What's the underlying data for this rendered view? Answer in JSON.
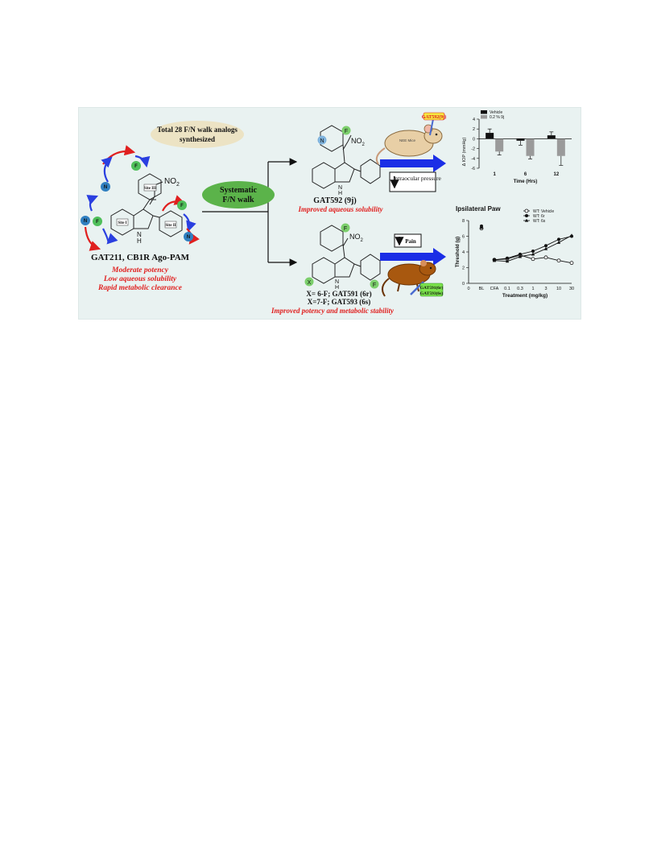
{
  "header_bubble": {
    "line1": "Total 28 F/N walk analogs",
    "line2": "synthesized"
  },
  "center_ellipse": {
    "line1": "Systematic",
    "line2": "F/N walk"
  },
  "parent": {
    "title": "GAT211, CB1R Ago-PAM",
    "site_labels": [
      "Site I",
      "Site II",
      "Site III"
    ],
    "no2": "NO",
    "nh": "H",
    "n_atom": "N",
    "issues": [
      "Moderate potency",
      "Low aqueous solubility",
      "Rapid metabolic clearance"
    ],
    "badge_letters": {
      "fluoro": "F",
      "aza": "N"
    }
  },
  "top_compound": {
    "name": "GAT592 (9j)",
    "note": "Improved aqueous solubility",
    "no2": "NO",
    "nh": "H",
    "n_atom": "N"
  },
  "bottom_compound": {
    "line1": "X= 6-F; GAT591 (6r)",
    "line2": "X=7-F; GAT593 (6s)",
    "note": "Improved potency and metabolic stability",
    "x_label": "X",
    "no2": "NO",
    "nh": "H",
    "n_atom": "N"
  },
  "top_panel": {
    "arrow_box": "Intraocular pressure",
    "syringe_label": "GAT592(9j)",
    "mouse_label": "NEE Mice"
  },
  "bottom_panel": {
    "arrow_box": "Pain",
    "syringe_label_1": "GAT591(6r)",
    "syringe_label_2": "GAT593(6s)"
  },
  "colors": {
    "panel_bg": "#e9f2f1",
    "bubble": "#ece3c4",
    "green": "#5bb34a",
    "red_text": "#e0201f",
    "blue_arrow": "#1b2ee6",
    "fluoro_badge": "#4fbf5a",
    "aza_badge": "#2f7fc0"
  },
  "chart_data": [
    {
      "type": "bar",
      "title": "",
      "xlabel": "Time (Hrs)",
      "ylabel": "Δ IOP (mmHg)",
      "categories": [
        "1",
        "6",
        "12"
      ],
      "ylim": [
        -6,
        4
      ],
      "yticks": [
        "4",
        "2",
        "0",
        "-2",
        "-4",
        "-6"
      ],
      "legend": "top-left",
      "series": [
        {
          "name": "Vehicle",
          "color": "#111111",
          "values": [
            1.2,
            -0.4,
            0.7
          ],
          "errors": [
            0.8,
            0.9,
            0.7
          ]
        },
        {
          "name": "0.2 % 9j",
          "color": "#9a9a9a",
          "values": [
            -2.6,
            -3.5,
            -3.5
          ],
          "errors": [
            0.7,
            0.6,
            1.9
          ]
        }
      ]
    },
    {
      "type": "line",
      "title": "Ipsilateral Paw",
      "xlabel": "Treatment (mg/kg)",
      "ylabel": "Threshold (g)",
      "categories": [
        "0",
        "BL",
        "CFA",
        "0.1",
        "0.3",
        "1",
        "3",
        "10",
        "30"
      ],
      "ylim": [
        0,
        8
      ],
      "yticks": [
        "8",
        "6",
        "4",
        "2",
        "0"
      ],
      "legend": "top-right",
      "series": [
        {
          "name": "WT: Vehicle",
          "marker": "open-circle",
          "points": [
            [
              "BL",
              7.0
            ],
            [
              "CFA",
              3.0
            ],
            [
              "0.1",
              3.1
            ],
            [
              "0.3",
              3.6
            ],
            [
              "1",
              3.1
            ],
            [
              "3",
              3.3
            ],
            [
              "10",
              2.9
            ],
            [
              "30",
              2.6
            ]
          ]
        },
        {
          "name": "WT: 6r",
          "marker": "filled-circle",
          "points": [
            [
              "BL",
              7.3
            ],
            [
              "CFA",
              3.0
            ],
            [
              "0.1",
              3.2
            ],
            [
              "0.3",
              3.7
            ],
            [
              "1",
              4.1
            ],
            [
              "3",
              4.8
            ],
            [
              "10",
              5.6
            ],
            [
              "30",
              6.0
            ]
          ]
        },
        {
          "name": "WT: 6s",
          "marker": "triangle",
          "points": [
            [
              "BL",
              7.1
            ],
            [
              "CFA",
              2.9
            ],
            [
              "0.1",
              2.8
            ],
            [
              "0.3",
              3.4
            ],
            [
              "1",
              3.7
            ],
            [
              "3",
              4.4
            ],
            [
              "10",
              5.2
            ],
            [
              "30",
              6.1
            ]
          ]
        }
      ]
    }
  ]
}
